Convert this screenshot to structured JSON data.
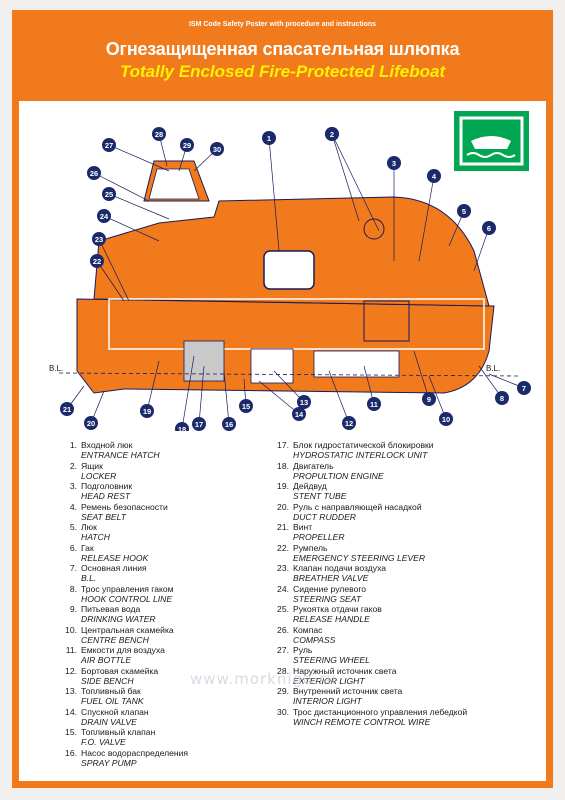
{
  "header": {
    "subtitle": "ISM Code Safety Poster with procedure and instructions",
    "title_ru": "Огнезащищенная спасательная шлюпка",
    "title_en": "Totally Enclosed Fire-Protected Lifeboat"
  },
  "diagram": {
    "hull_color": "#f07a1c",
    "sign_color": "#00a651",
    "icon": "lifeboat-sign-icon",
    "bl_label_left": "B.L.",
    "bl_label_right": "B.L.",
    "callouts": [
      "1",
      "2",
      "2",
      "3",
      "4",
      "5",
      "6",
      "7",
      "8",
      "9",
      "10",
      "11",
      "12",
      "13",
      "14",
      "15",
      "16",
      "17",
      "18",
      "19",
      "20",
      "21",
      "22",
      "23",
      "24",
      "25",
      "26",
      "27",
      "28",
      "29",
      "30"
    ]
  },
  "legend": {
    "left": [
      {
        "num": "1.",
        "ru": "Входной люк",
        "en": "ENTRANCE HATCH"
      },
      {
        "num": "2.",
        "ru": "Ящик",
        "en": "LOCKER"
      },
      {
        "num": "3.",
        "ru": "Подголовник",
        "en": "HEAD REST"
      },
      {
        "num": "4.",
        "ru": "Ремень безопасности",
        "en": "SEAT BELT"
      },
      {
        "num": "5.",
        "ru": "Люк",
        "en": "HATCH"
      },
      {
        "num": "6.",
        "ru": "Гак",
        "en": "RELEASE HOOK"
      },
      {
        "num": "7.",
        "ru": "Основная линия",
        "en": "B.L."
      },
      {
        "num": "8.",
        "ru": "Трос управления гаком",
        "en": "HOOK CONTROL LINE"
      },
      {
        "num": "9.",
        "ru": "Питьевая вода",
        "en": "DRINKING WATER"
      },
      {
        "num": "10.",
        "ru": "Центральная скамейка",
        "en": "CENTRE BENCH"
      },
      {
        "num": "11.",
        "ru": "Емкости для воздуха",
        "en": "AIR BOTTLE"
      },
      {
        "num": "12.",
        "ru": "Бортовая скамейка",
        "en": "SIDE BENCH"
      },
      {
        "num": "13.",
        "ru": "Топливный бак",
        "en": "FUEL OIL TANK"
      },
      {
        "num": "14.",
        "ru": "Спускной клапан",
        "en": "DRAIN VALVE"
      },
      {
        "num": "15.",
        "ru": "Топливный клапан",
        "en": "F.O. VALVE"
      },
      {
        "num": "16.",
        "ru": "Насос водораспределения",
        "en": "SPRAY PUMP"
      }
    ],
    "right": [
      {
        "num": "17.",
        "ru": "Блок гидростатической блокировки",
        "en": "HYDROSTATIC INTERLOCK UNIT"
      },
      {
        "num": "18.",
        "ru": "Двигатель",
        "en": "PROPULTION ENGINE"
      },
      {
        "num": "19.",
        "ru": "Дейдвуд",
        "en": "STENT TUBE"
      },
      {
        "num": "20.",
        "ru": "Руль с направляющей насадкой",
        "en": "DUCT RUDDER"
      },
      {
        "num": "21.",
        "ru": "Винт",
        "en": "PROPELLER"
      },
      {
        "num": "22.",
        "ru": "Румпель",
        "en": "EMERGENCY STEERING LEVER"
      },
      {
        "num": "23.",
        "ru": "Клапан подачи воздуха",
        "en": "BREATHER VALVE"
      },
      {
        "num": "24.",
        "ru": "Сидение рулевого",
        "en": "STEERING SEAT"
      },
      {
        "num": "25.",
        "ru": "Рукоятка отдачи гаков",
        "en": "RELEASE HANDLE"
      },
      {
        "num": "26.",
        "ru": "Компас",
        "en": "COMPASS"
      },
      {
        "num": "27.",
        "ru": "Руль",
        "en": "STEERING WHEEL"
      },
      {
        "num": "28.",
        "ru": "Наружный источник света",
        "en": "EXTERIOR LIGHT"
      },
      {
        "num": "29.",
        "ru": "Внутренний источник света",
        "en": "INTERIOR LIGHT"
      },
      {
        "num": "30.",
        "ru": "Трос дистанционного управления лебедкой",
        "en": "WINCH REMOTE CONTROL WIRE"
      }
    ]
  },
  "watermark": "www.morkniga.ru"
}
